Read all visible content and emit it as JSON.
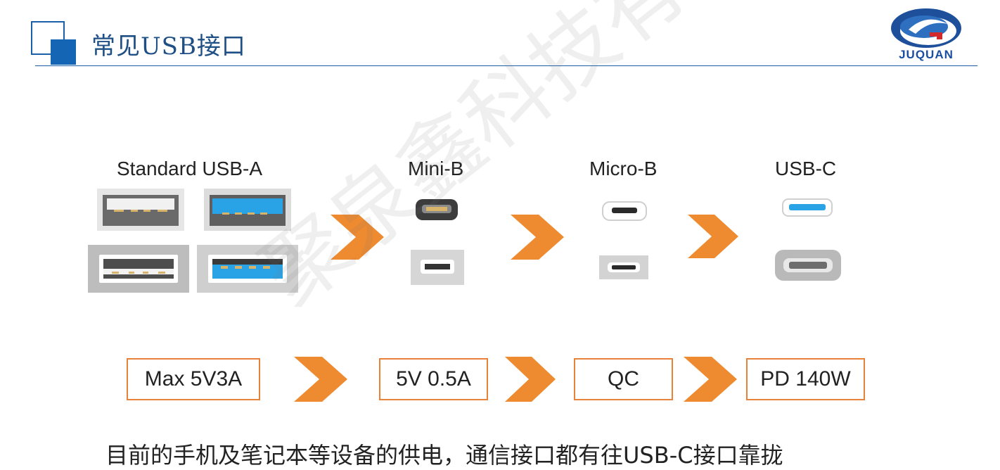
{
  "header": {
    "title": "常见USB接口",
    "logo_text": "JUQUAN"
  },
  "connectors": {
    "labels": [
      "Standard USB-A",
      "Mini-B",
      "Micro-B",
      "USB-C"
    ]
  },
  "specs": [
    "Max 5V3A",
    "5V 0.5A",
    "QC",
    "PD 140W"
  ],
  "bottom_text": "目前的手机及笔记本等设备的供电，通信接口都有往USB-C接口靠拢",
  "watermark": "聚泉鑫科技有限公司",
  "colors": {
    "accent_orange": "#ee8a2f",
    "usb3_blue": "#2aa2e6",
    "header_blue": "#1b5fa8"
  }
}
